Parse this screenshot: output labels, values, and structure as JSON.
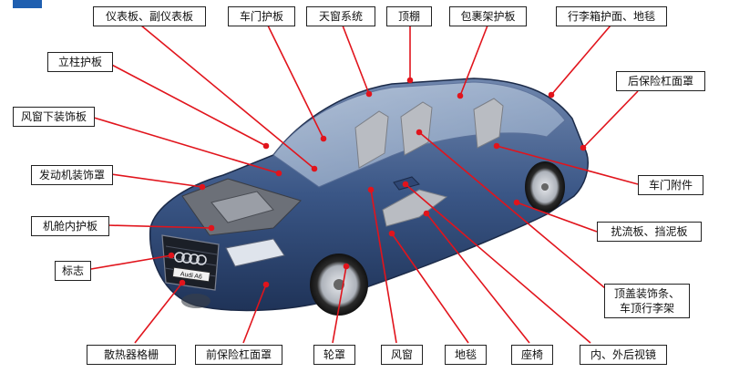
{
  "labels": {
    "dashboard": "仪表板、副仪表板",
    "door_panel": "车门护板",
    "sunroof": "天窗系统",
    "headliner": "顶棚",
    "package_tray": "包裹架护板",
    "trunk_trim": "行李箱护面、地毯",
    "pillar_trim": "立柱护板",
    "rear_bumper": "后保险杠面罩",
    "cowl_trim": "风窗下装饰板",
    "engine_cover": "发动机装饰罩",
    "door_accessories": "车门附件",
    "engine_bay_panel": "机舱内护板",
    "spoiler_mudguard": "扰流板、挡泥板",
    "emblem": "标志",
    "roof_trim_line1": "顶盖装饰条、",
    "roof_trim_line2": "车顶行李架",
    "radiator_grille": "散热器格栅",
    "front_bumper": "前保险杠面罩",
    "wheel_cover": "轮罩",
    "windshield": "风窗",
    "carpet": "地毯",
    "seat": "座椅",
    "mirrors": "内、外后视镜"
  },
  "car": {
    "plate_text": "Audi A6"
  },
  "colors": {
    "pointer_line": "#e1141c",
    "car_body": "#34507f",
    "label_border": "#222222"
  }
}
